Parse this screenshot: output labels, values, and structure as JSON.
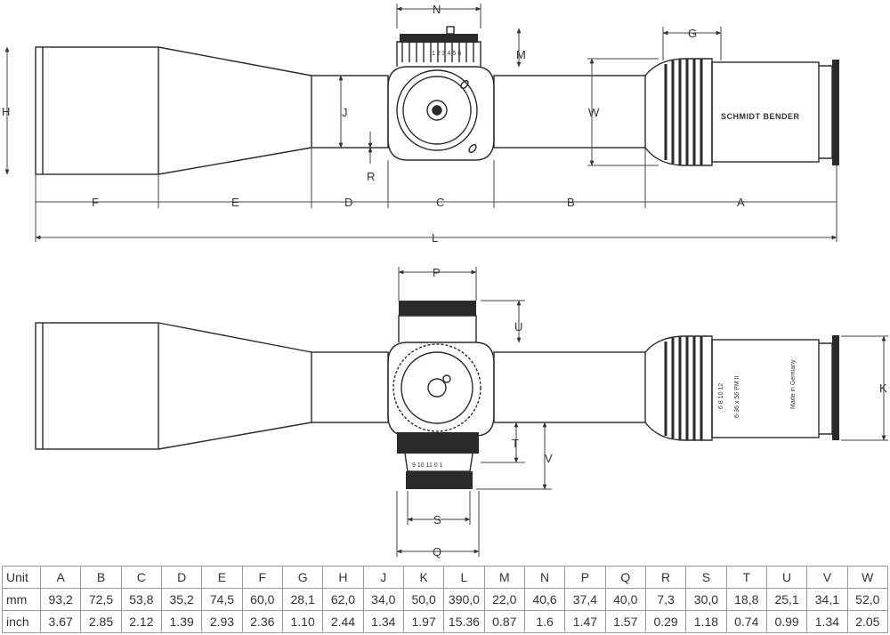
{
  "diagram": {
    "brand": "SCHMIDT BENDER",
    "model": "6-36 x 56 PM II",
    "origin": "Made in Germany",
    "top_turret_numbers": "1 2 3 4 5 6",
    "bottom_turret_numbers": "9 10 11 0 1",
    "ring_numbers": "6 8 10 12",
    "dim_labels": {
      "N": "N",
      "M": "M",
      "G": "G",
      "H": "H",
      "J": "J",
      "W": "W",
      "R": "R",
      "F": "F",
      "E": "E",
      "D": "D",
      "C": "C",
      "B": "B",
      "A": "A",
      "L": "L",
      "P": "P",
      "U": "U",
      "K": "K",
      "T": "T",
      "V": "V",
      "S": "S",
      "Q": "Q"
    }
  },
  "table": {
    "headers": [
      "Unit",
      "A",
      "B",
      "C",
      "D",
      "E",
      "F",
      "G",
      "H",
      "J",
      "K",
      "L",
      "M",
      "N",
      "P",
      "Q",
      "R",
      "S",
      "T",
      "U",
      "V",
      "W"
    ],
    "rows": [
      [
        "mm",
        "93,2",
        "72,5",
        "53,8",
        "35,2",
        "74,5",
        "60,0",
        "28,1",
        "62,0",
        "34,0",
        "50,0",
        "390,0",
        "22,0",
        "40,6",
        "37,4",
        "40,0",
        "7,3",
        "30,0",
        "18,8",
        "25,1",
        "34,1",
        "52,0"
      ],
      [
        "inch",
        "3.67",
        "2.85",
        "2.12",
        "1.39",
        "2.93",
        "2.36",
        "1.10",
        "2.44",
        "1.34",
        "1.97",
        "15.36",
        "0.87",
        "1.6",
        "1.47",
        "1.57",
        "0.29",
        "1.18",
        "0.74",
        "0.99",
        "1.34",
        "2.05"
      ]
    ]
  }
}
